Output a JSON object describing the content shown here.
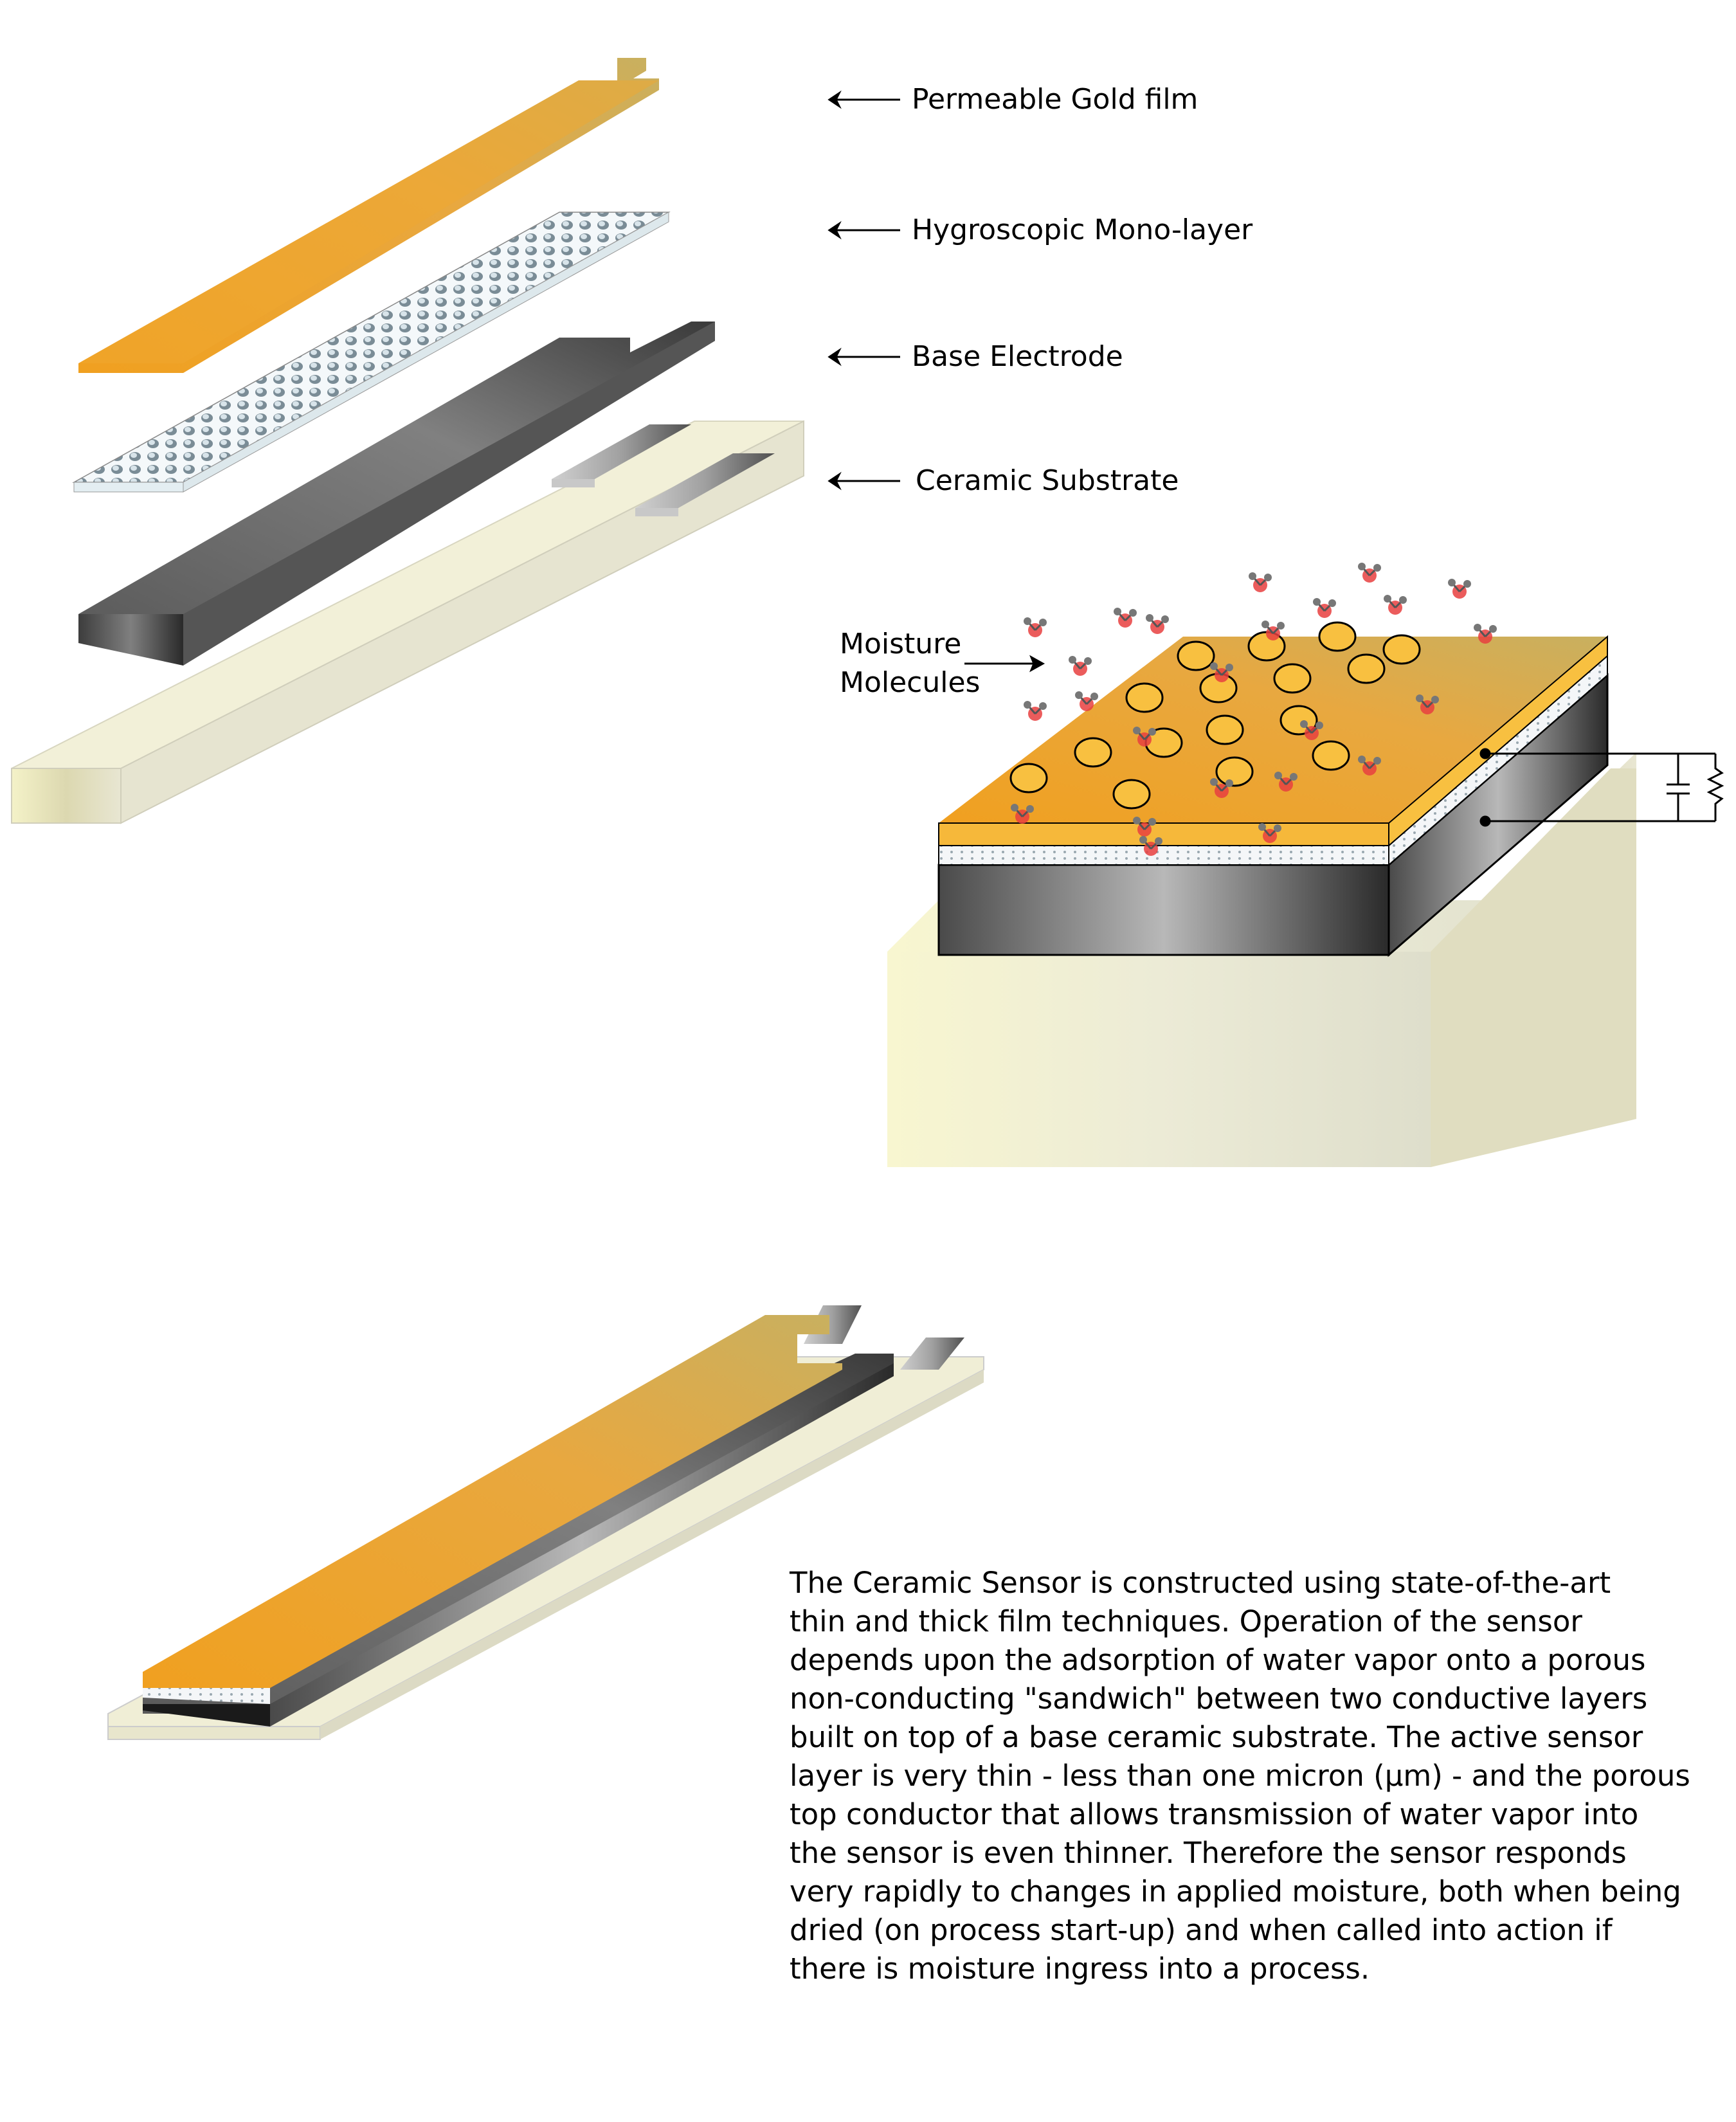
{
  "exploded_view": {
    "labels": [
      {
        "id": "gold",
        "text": "Permeable Gold film"
      },
      {
        "id": "mono",
        "text": "Hygroscopic Mono-layer"
      },
      {
        "id": "electrode",
        "text": "Base Electrode"
      },
      {
        "id": "substrate",
        "text": "Ceramic Substrate"
      }
    ]
  },
  "cross_section": {
    "moisture_label_line1": "Moisture",
    "moisture_label_line2": "Molecules",
    "circuit": "capacitor-resistor-parallel-icon"
  },
  "description": {
    "lines": [
      "The Ceramic Sensor is constructed using state-of-the-art",
      "thin and thick film techniques. Operation of the sensor",
      "depends upon the adsorption of water vapor onto a porous",
      "non-conducting \"sandwich\" between two conductive layers",
      "built on top of a base ceramic substrate. The active sensor",
      "layer is very thin - less than one micron (µm) - and the porous",
      "top conductor that allows transmission of water vapor into",
      "the sensor is even thinner. Therefore the sensor responds",
      "very rapidly to changes in applied moisture, both when being",
      "dried (on process start-up) and when called into action if",
      "there is moisture ingress into a process."
    ]
  },
  "colors": {
    "gold": "#f0a020",
    "gold_light": "#f8c040",
    "ceramic": "#f2f0d8",
    "electrode_dark": "#2a2a2a",
    "electrode_mid": "#8a8a8a",
    "molecule_red": "#e03030"
  }
}
